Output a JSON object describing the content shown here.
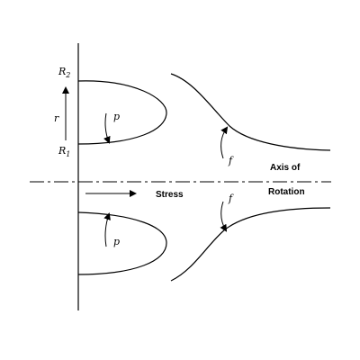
{
  "labels": {
    "r2": "R",
    "r2_sub": "2",
    "r1": "R",
    "r1_sub": "1",
    "r": "r",
    "p_top": "p",
    "p_bottom": "p",
    "f_top": "f",
    "f_bottom": "f",
    "stress": "Stress",
    "axis_line1": "Axis of",
    "axis_line2": "Rotation"
  },
  "colors": {
    "ink": "#000000",
    "background": "#ffffff"
  }
}
